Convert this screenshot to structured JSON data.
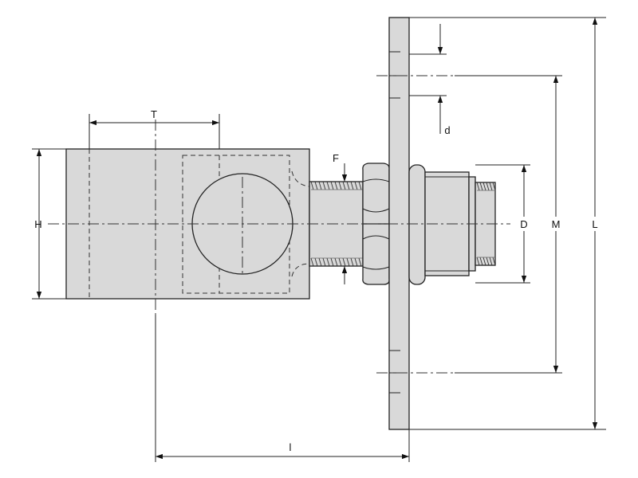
{
  "labels": {
    "T": "T",
    "H": "H",
    "F": "F",
    "d": "d",
    "D": "D",
    "M": "M",
    "L": "L",
    "l": "l"
  },
  "colors": {
    "fill": "#d9d9d9",
    "line": "#222222",
    "background": "#ffffff"
  }
}
